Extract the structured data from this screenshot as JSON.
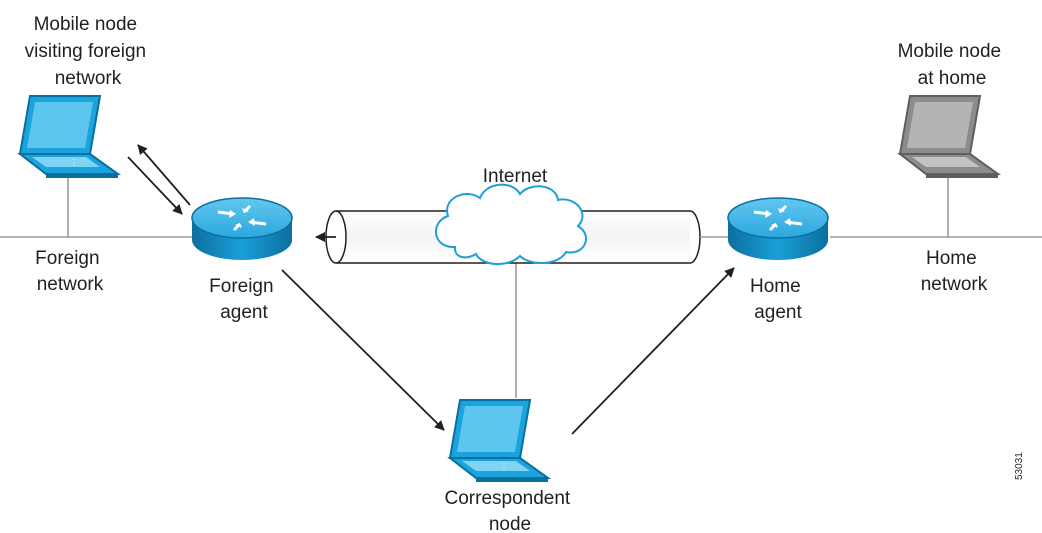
{
  "labels": {
    "mobile_node_visiting": [
      "Mobile node",
      "visiting foreign",
      "network"
    ],
    "mobile_node_home": [
      "Mobile node",
      "at home"
    ],
    "internet": "Internet",
    "foreign_network": [
      "Foreign",
      "network"
    ],
    "foreign_agent": [
      "Foreign",
      "agent"
    ],
    "home_agent": [
      "Home",
      "agent"
    ],
    "home_network": [
      "Home",
      "network"
    ],
    "correspondent_node": [
      "Correspondent",
      "node"
    ],
    "figure_id": "53031"
  },
  "colors": {
    "device_blue": "#1aa3dc",
    "device_blue_dark": "#0b6f9c",
    "device_gray": "#8c8c8c",
    "device_gray_dark": "#5f5f5f",
    "router_blue": "#1e9fd6",
    "line_gray": "#9a9a9a",
    "text": "#231f20"
  },
  "icons": {
    "mobile_node_visiting": "laptop-icon",
    "mobile_node_home": "laptop-icon",
    "correspondent_node": "laptop-icon",
    "foreign_agent": "router-icon",
    "home_agent": "router-icon",
    "internet": "cloud-icon"
  }
}
